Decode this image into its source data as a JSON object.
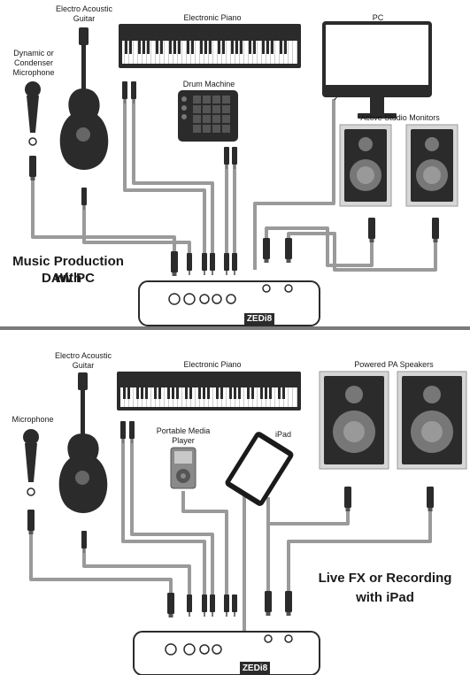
{
  "top": {
    "title_line1": "Music Production with",
    "title_line2": "DAW PC",
    "labels": {
      "microphone": "Dynamic or Condenser Microphone",
      "guitar": "Electro Acoustic Guitar",
      "piano": "Electronic Piano",
      "drum_machine": "Drum Machine",
      "pc": "PC",
      "monitors": "Active Studio Monitors"
    }
  },
  "bottom": {
    "title_line1": "Live FX or Recording",
    "title_line2": "with iPad",
    "labels": {
      "microphone": "Microphone",
      "guitar": "Electro Acoustic Guitar",
      "piano": "Electronic Piano",
      "media_player": "Portable Media Player",
      "ipad": "iPad",
      "speakers": "Powered PA Speakers"
    }
  },
  "mixer": {
    "brand": "ZEDi8"
  },
  "colors": {
    "cable": "#9a9a9a",
    "device": "#2b2b2b",
    "speaker_box": "#d6d6d6",
    "divider": "#7a7a7a"
  }
}
